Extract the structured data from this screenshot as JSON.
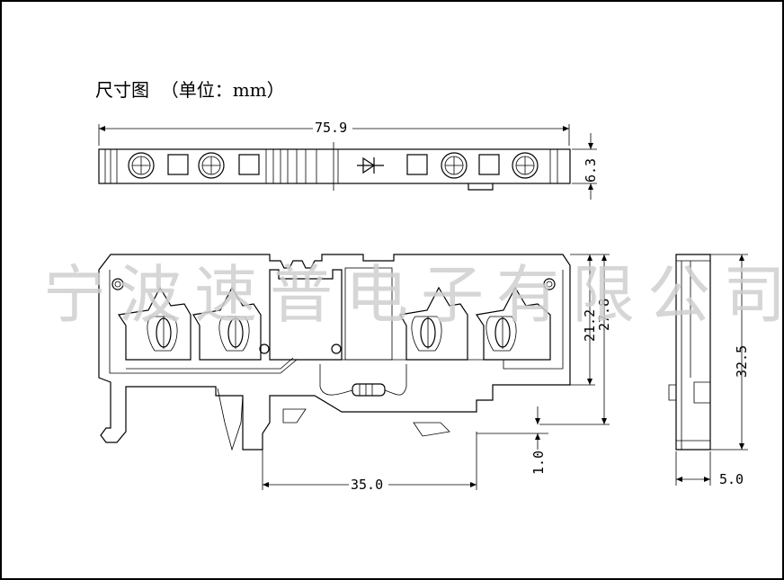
{
  "title": "尺寸图  （单位：mm）",
  "watermark": "宁波速普电子有限公司",
  "dimensions": {
    "overall_length": "75.9",
    "top_height": "6.3",
    "height_inner": "21.2",
    "height_outer": "27.8",
    "rail_offset": "1.0",
    "rail_width": "35.0",
    "side_height": "32.5",
    "side_width": "5.0"
  },
  "colors": {
    "line": "#000000",
    "watermark": "#cfcfcf",
    "background": "#ffffff"
  }
}
